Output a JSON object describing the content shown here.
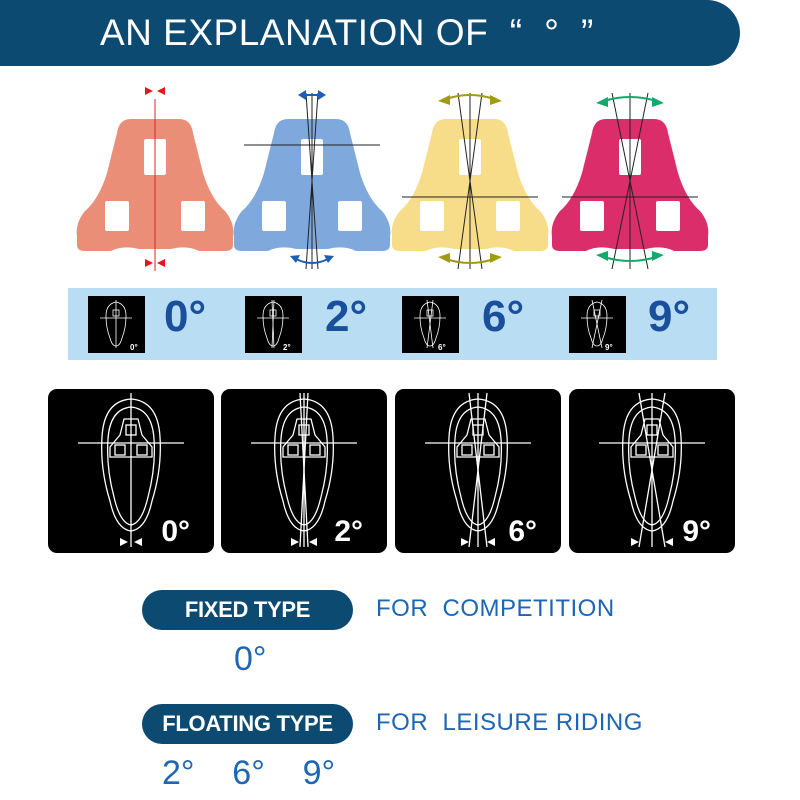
{
  "banner": {
    "title": "AN EXPLANATION OF  “  °  ”"
  },
  "colors": {
    "banner": "#0d4a72",
    "strip": "#b9def3",
    "strip_text": "#1a4f9c",
    "accent_text": "#1d66b4",
    "cleat_0": "#eb8e78",
    "cleat_2": "#7fa8dc",
    "cleat_6": "#f7dc8a",
    "cleat_9": "#dc2d6b"
  },
  "angles": [
    {
      "label": "0°",
      "icon": "red-arrowheads-icon"
    },
    {
      "label": "2°",
      "icon": "blue-double-arrow-icon"
    },
    {
      "label": "6°",
      "icon": "olive-double-arrow-icon"
    },
    {
      "label": "9°",
      "icon": "green-double-arrow-icon"
    }
  ],
  "types": {
    "fixed": {
      "label": "FIXED TYPE",
      "purpose": "FOR  COMPETITION",
      "values": "0°"
    },
    "floating": {
      "label": "FLOATING TYPE",
      "purpose": "FOR  LEISURE RIDING",
      "values": "2°    6°    9°"
    }
  }
}
